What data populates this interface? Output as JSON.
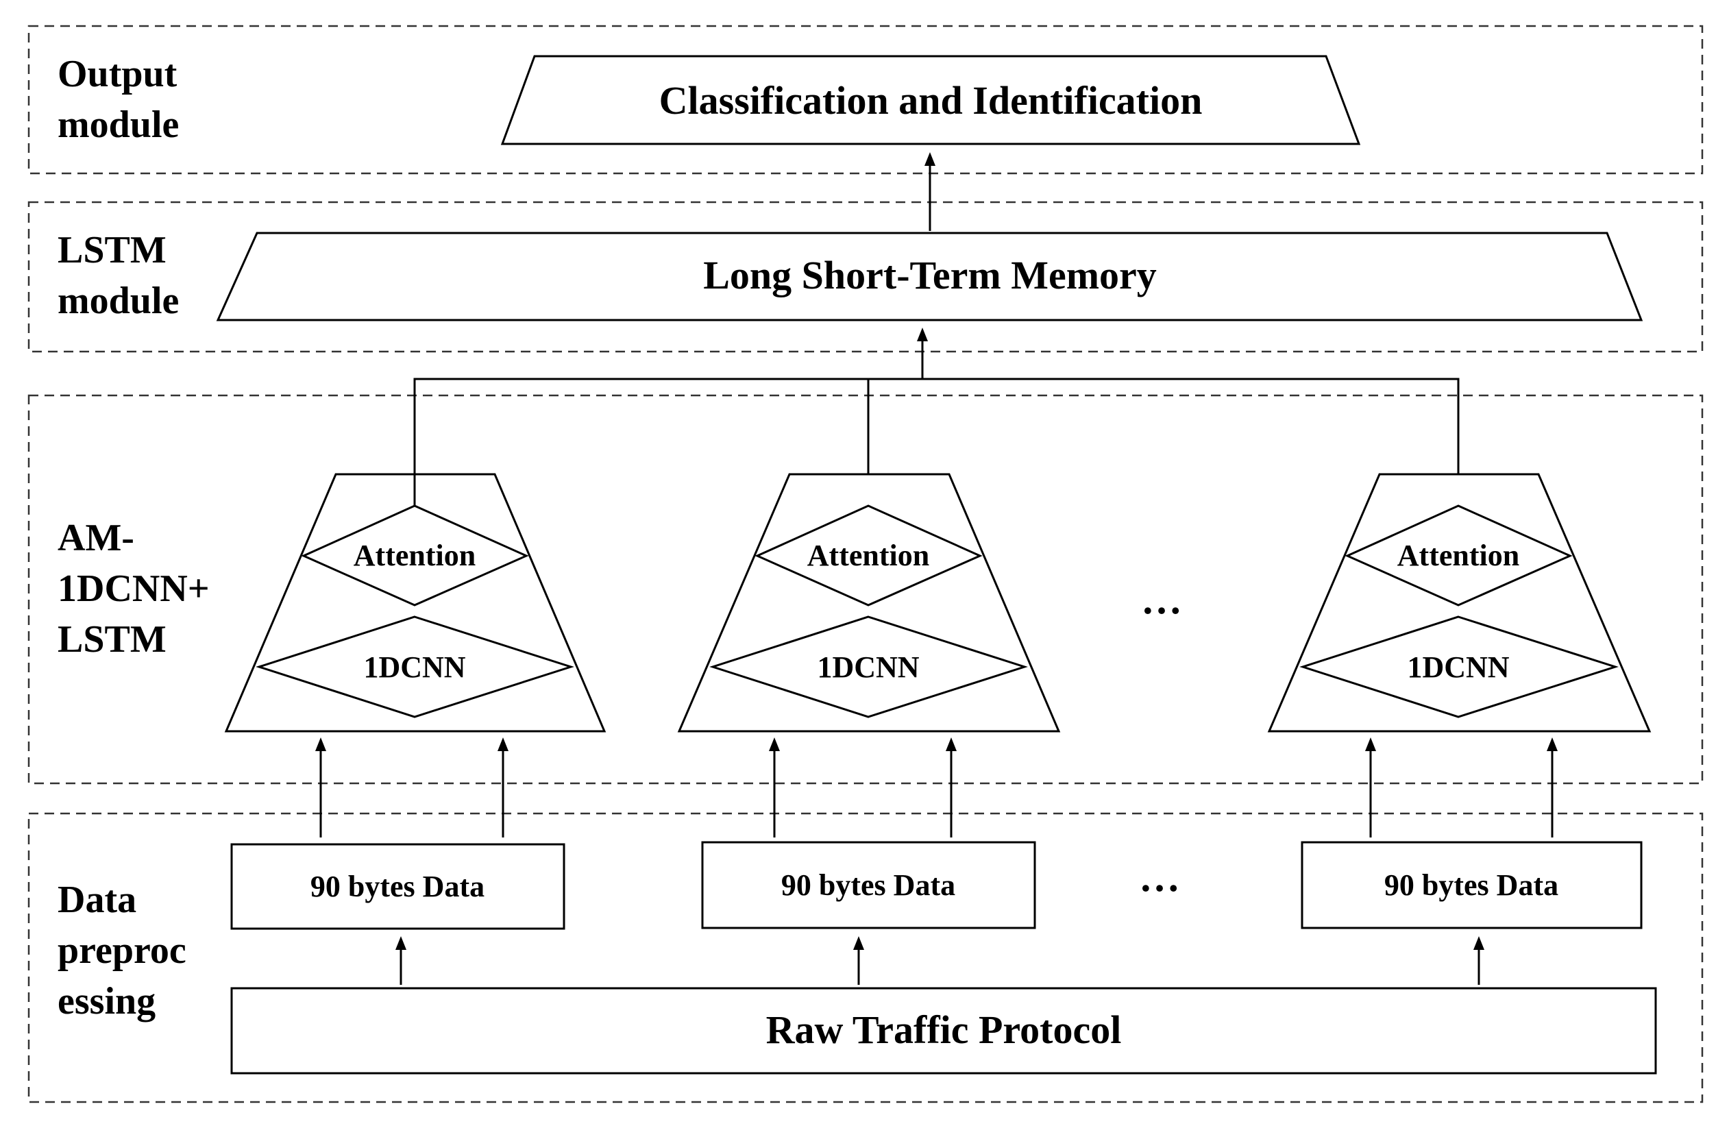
{
  "modules": {
    "output": [
      "Output",
      "module"
    ],
    "lstm": [
      "LSTM",
      "module"
    ],
    "am": [
      "AM-",
      "1DCNN+",
      "LSTM"
    ],
    "data": [
      "Data",
      "preproc",
      "essing"
    ]
  },
  "output_box": "Classification and Identification",
  "lstm_box": "Long Short-Term Memory",
  "branches": [
    {
      "attention": "Attention",
      "cnn": "1DCNN",
      "data": "90 bytes Data"
    },
    {
      "attention": "Attention",
      "cnn": "1DCNN",
      "data": "90 bytes Data"
    },
    {
      "attention": "Attention",
      "cnn": "1DCNN",
      "data": "90 bytes Data"
    }
  ],
  "ellipsis": "…",
  "raw_box": "Raw Traffic Protocol"
}
